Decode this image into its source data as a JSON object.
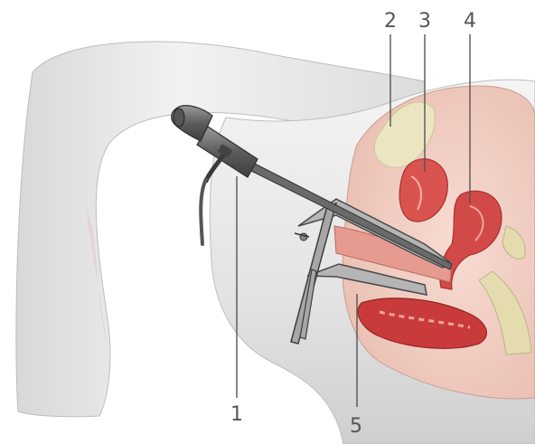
{
  "figure": {
    "callouts": [
      {
        "id": "1",
        "label": "1"
      },
      {
        "id": "2",
        "label": "2"
      },
      {
        "id": "3",
        "label": "3"
      },
      {
        "id": "4",
        "label": "4"
      },
      {
        "id": "5",
        "label": "5"
      }
    ]
  },
  "colors": {
    "background": "#ffffff",
    "skin": "#e9e9e9",
    "skin_shadow": "#c9c9c9",
    "tissue_pink": "#f2cfc4",
    "organ_red": "#d9544f",
    "organ_dark": "#b8302c",
    "instrument_gray": "#6e6e6e",
    "fat_yellow": "#e8e0b0",
    "label_text": "#555555"
  },
  "icons": {
    "instrument": "endoscope-icon",
    "speculum": "speculum-icon"
  }
}
